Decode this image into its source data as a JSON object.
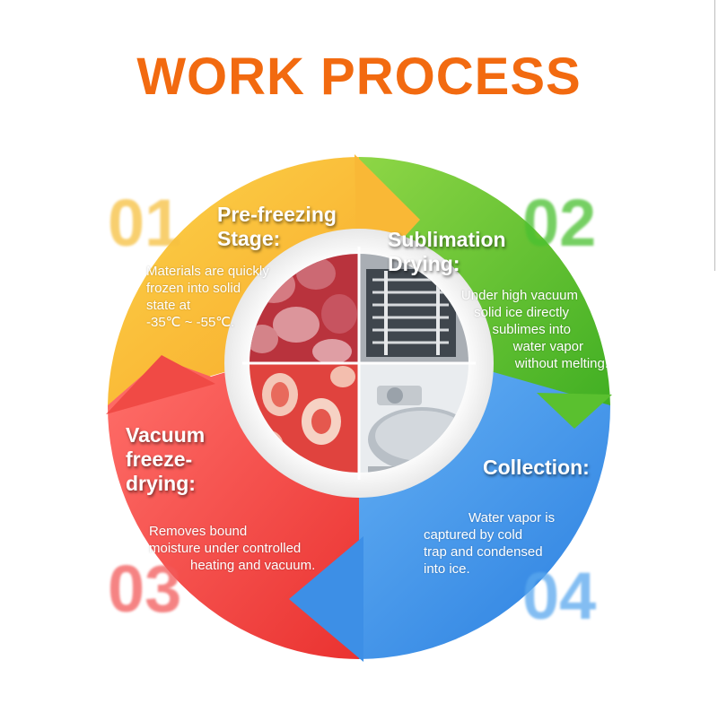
{
  "title": "WORK PROCESS",
  "colors": {
    "title": "#f26a10",
    "step1": "#f9b836",
    "step2": "#5ac02f",
    "step3": "#f04a45",
    "step4": "#3d8fe6"
  },
  "steps": [
    {
      "number": "01",
      "heading_lines": [
        "Pre-freezing",
        "Stage:"
      ],
      "description_lines": [
        "Materials are quickly",
        "frozen into solid",
        "state at",
        "-35℃ ~ -55℃."
      ],
      "image": "frozen-strawberries"
    },
    {
      "number": "02",
      "heading_lines": [
        "Sublimation",
        "Drying:"
      ],
      "description_lines": [
        "Under high vacuum",
        "solid ice directly",
        "sublimes into",
        "water vapor",
        "without melting."
      ],
      "image": "freeze-dryer-chamber"
    },
    {
      "number": "03",
      "heading_lines": [
        "Vacuum",
        "freeze-",
        "drying:"
      ],
      "description_lines": [
        "Removes bound",
        "moisture under controlled",
        "heating and vacuum."
      ],
      "image": "freeze-dried-strawberries"
    },
    {
      "number": "04",
      "heading_lines": [
        "Collection:"
      ],
      "description_lines": [
        "Water vapor is",
        "captured by cold",
        "trap  and condensed",
        "into ice."
      ],
      "image": "cold-trap-machine"
    }
  ]
}
